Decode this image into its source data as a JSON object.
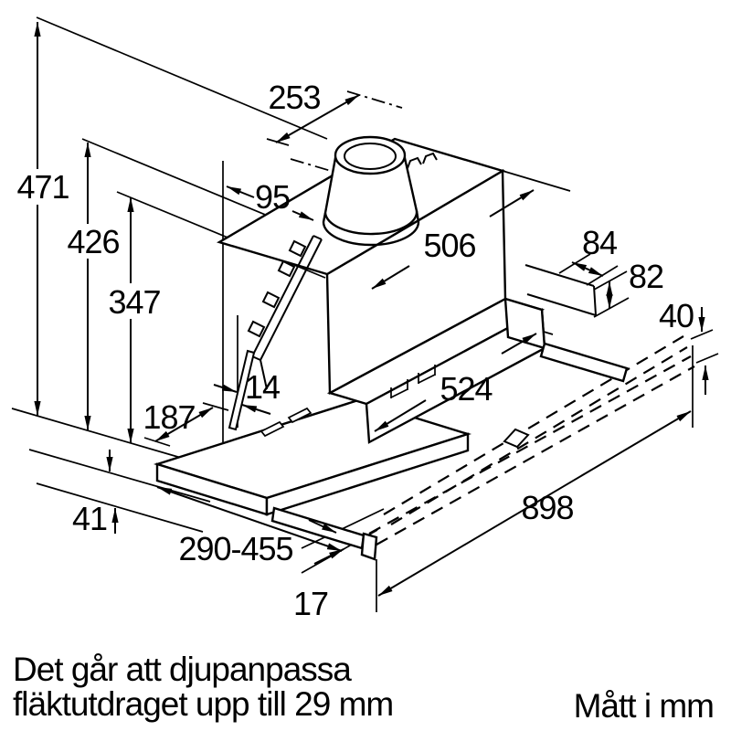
{
  "colors": {
    "line": "#000000",
    "background": "#ffffff"
  },
  "dims": {
    "d471": "471",
    "d426": "426",
    "d347": "347",
    "d253": "253",
    "d95": "95",
    "d506": "506",
    "d84": "84",
    "d82": "82",
    "d40": "40",
    "d14": "14",
    "d187": "187",
    "d524": "524",
    "d41": "41",
    "d290": "290-455",
    "d898": "898",
    "d17": "17"
  },
  "notes": {
    "line1": "Det går att djupanpassa",
    "line2": "fläktutdraget upp till 29 mm",
    "units": "Mått i mm"
  }
}
